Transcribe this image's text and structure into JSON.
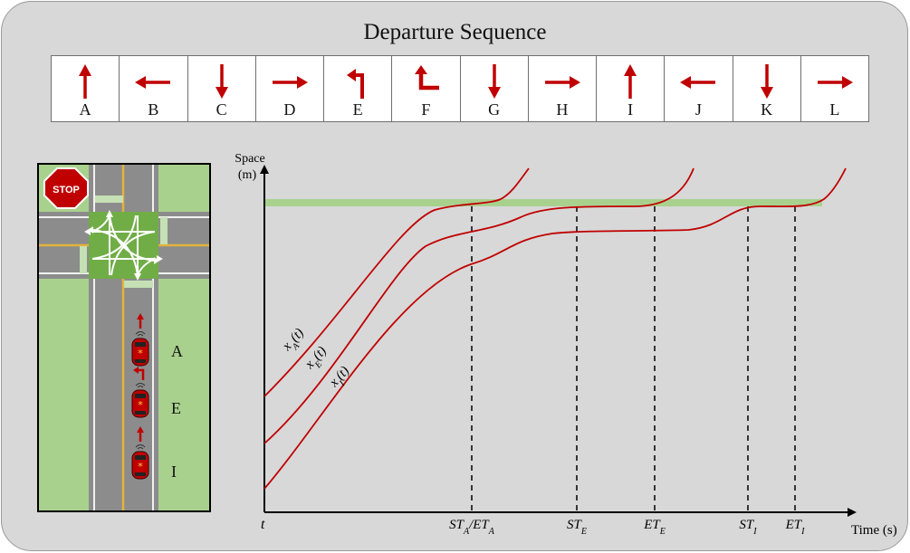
{
  "title": "Departure Sequence",
  "colors": {
    "arrow": "#c00000",
    "curve": "#c00000",
    "green_bar": "#a9d18e",
    "road": "#8c8c8c",
    "grass": "#a9d18e",
    "center_line": "#e3b23c",
    "box": "#70ad47"
  },
  "sequence": [
    {
      "label": "A",
      "icon": "arrow-up-icon"
    },
    {
      "label": "B",
      "icon": "arrow-left-icon"
    },
    {
      "label": "C",
      "icon": "arrow-down-icon"
    },
    {
      "label": "D",
      "icon": "arrow-right-icon"
    },
    {
      "label": "E",
      "icon": "turn-left-arrow-icon"
    },
    {
      "label": "F",
      "icon": "turn-arrow-icon"
    },
    {
      "label": "G",
      "icon": "arrow-down-icon"
    },
    {
      "label": "H",
      "icon": "arrow-right-icon"
    },
    {
      "label": "I",
      "icon": "arrow-up-icon"
    },
    {
      "label": "J",
      "icon": "arrow-left-icon"
    },
    {
      "label": "K",
      "icon": "arrow-down-icon"
    },
    {
      "label": "L",
      "icon": "arrow-right-icon"
    }
  ],
  "intersection": {
    "stop_sign": "STOP",
    "lane_vehicles": [
      "A",
      "E",
      "I"
    ]
  },
  "plot": {
    "y_axis_label_line1": "Space",
    "y_axis_label_line2": "(m)",
    "x_axis_label": "Time (s)",
    "origin_label": "t",
    "curve_labels": [
      {
        "base": "x",
        "sub": "A",
        "suffix": "(t)"
      },
      {
        "base": "x",
        "sub": "E",
        "suffix": "(t)"
      },
      {
        "base": "x",
        "sub": "I",
        "suffix": "(t)"
      }
    ],
    "ticks": [
      {
        "parts": [
          [
            "ST",
            "A"
          ],
          [
            "/",
            ""
          ],
          [
            "ET",
            "A"
          ]
        ]
      },
      {
        "parts": [
          [
            "ST",
            "E"
          ]
        ]
      },
      {
        "parts": [
          [
            "ET",
            "E"
          ]
        ]
      },
      {
        "parts": [
          [
            "ST",
            "I"
          ]
        ]
      },
      {
        "parts": [
          [
            "ET",
            "I"
          ]
        ]
      }
    ]
  }
}
